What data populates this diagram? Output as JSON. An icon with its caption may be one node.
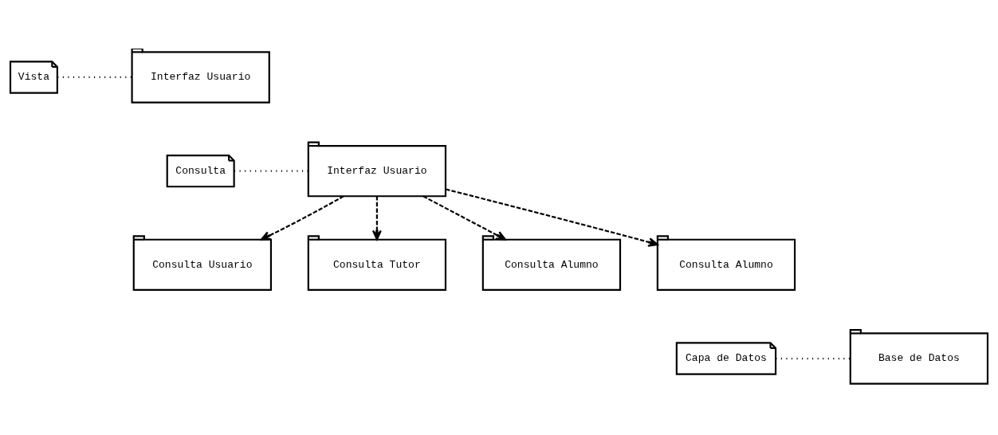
{
  "diagram": {
    "nodes": [
      {
        "text": [
          "Vista"
        ]
      },
      {
        "text": [
          "Interfaz Usuario"
        ]
      },
      {
        "text": [
          "Consulta"
        ]
      },
      {
        "text": [
          "Interfaz Usuario"
        ]
      },
      {
        "text": [
          "Consulta Usuario"
        ]
      },
      {
        "text": [
          "Consulta Tutor"
        ]
      },
      {
        "text": [
          "Consulta Alumno"
        ]
      },
      {
        "text": [
          "Consulta Alumno"
        ]
      },
      {
        "text": [
          "Capa de Datos"
        ]
      },
      {
        "text": [
          "Base de Datos"
        ]
      }
    ],
    "edges": [
      {
        "from": 0,
        "to": 1,
        "arrow": "none"
      },
      {
        "from": 2,
        "to": 3,
        "arrow": "none"
      },
      {
        "from": 3,
        "to": 4,
        "arrow": "to",
        "style": "dashed"
      },
      {
        "from": 3,
        "to": 5,
        "arrow": "to",
        "style": "dashed"
      },
      {
        "from": 3,
        "to": 6,
        "arrow": "to",
        "style": "dashed"
      },
      {
        "from": 3,
        "to": 7,
        "arrow": "to",
        "style": "dashed"
      },
      {
        "from": 8,
        "to": 9,
        "arrow": "none"
      }
    ]
  }
}
